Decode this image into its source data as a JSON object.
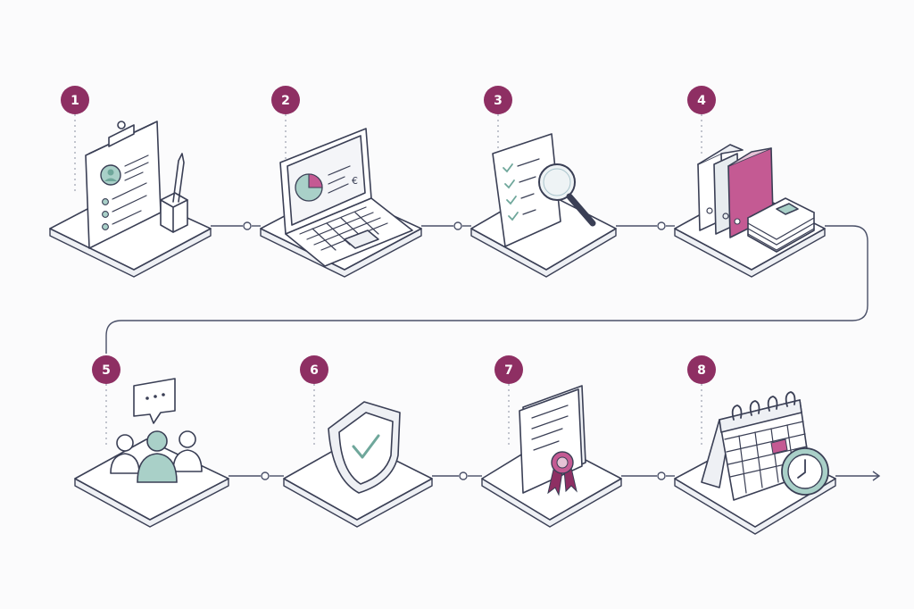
{
  "colors": {
    "accent": "#8e2f63",
    "accent_light": "#c45a93",
    "teal": "#a9d0c8",
    "teal_dark": "#6fa79b",
    "line": "#3a3f55",
    "background": "#fbfbfc"
  },
  "steps": [
    {
      "number": "1",
      "icon": "clipboard-profile-icon"
    },
    {
      "number": "2",
      "icon": "laptop-chart-icon"
    },
    {
      "number": "3",
      "icon": "checklist-magnifier-icon"
    },
    {
      "number": "4",
      "icon": "binders-documents-icon"
    },
    {
      "number": "5",
      "icon": "team-discussion-icon"
    },
    {
      "number": "6",
      "icon": "shield-check-icon"
    },
    {
      "number": "7",
      "icon": "certificate-ribbon-icon"
    },
    {
      "number": "8",
      "icon": "calendar-clock-icon"
    }
  ],
  "laptop_currency_symbol": "€"
}
